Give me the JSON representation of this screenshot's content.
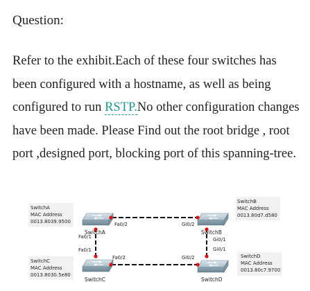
{
  "question": {
    "title": "Question:",
    "body_before": "Refer to the exhibit.Each of these four switches has been configured with a hostname, as well as being configured to run ",
    "link_text": "RSTP.",
    "body_after": "No other configuration changes have been made. Please Find out the root bridge , root port ,designed port, blocking port of this spanning-tree."
  },
  "colors": {
    "link": "#1a9d8f",
    "port_dot": "#dd1111",
    "link_line": "#111111"
  },
  "exhibit": {
    "switches": [
      {
        "name": "SwitchA",
        "info": [
          "SwitchA",
          "MAC Address",
          "0013.8039.9500"
        ]
      },
      {
        "name": "SwitchB",
        "info": [
          "SwitchB",
          "MAC Address",
          "0013.80d7.d580"
        ]
      },
      {
        "name": "SwitchC",
        "info": [
          "SwitchC",
          "MAC Address",
          "0013.8030.5e80"
        ]
      },
      {
        "name": "SwitchD",
        "info": [
          "SwitchD",
          "MAC Address",
          "0013.80c7.9700"
        ]
      }
    ],
    "ports": {
      "a_to_b_a": "Fa0/2",
      "a_to_b_b": "Gi0/2",
      "a_to_c_a": "Fa0/1",
      "a_to_c_c": "Fa0/1",
      "b_to_d_b": "Gi0/1",
      "b_to_d_d": "Gi0/1",
      "c_to_d_c": "Fa0/2",
      "c_to_d_d": "Gi0/2"
    }
  }
}
